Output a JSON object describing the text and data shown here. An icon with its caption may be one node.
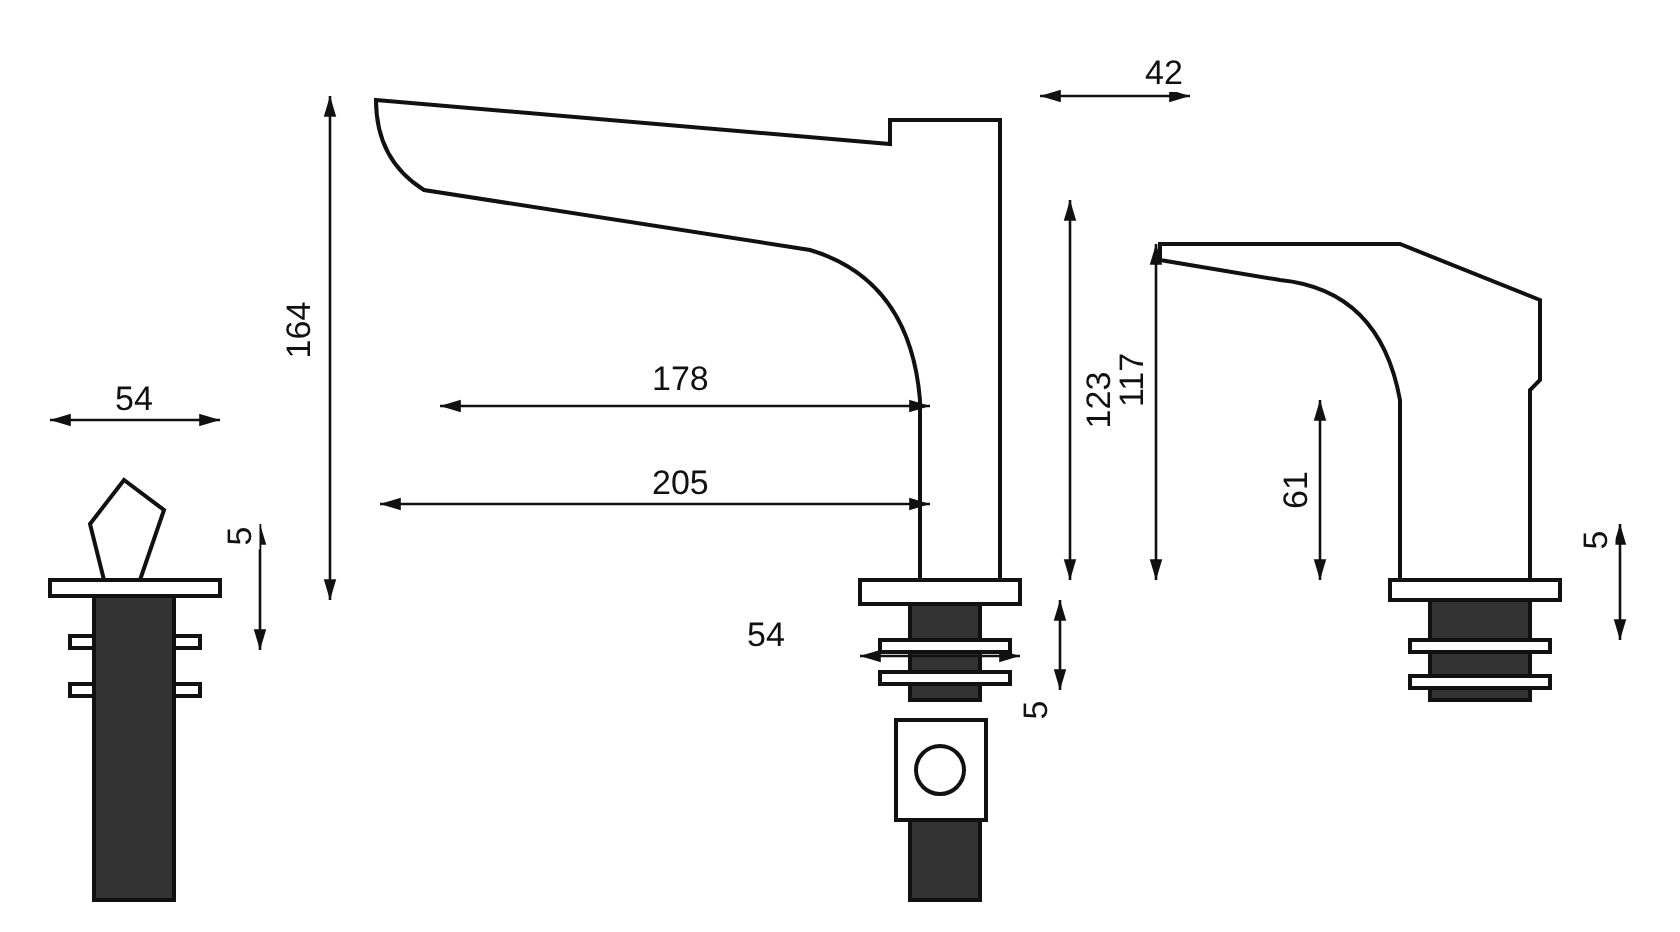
{
  "diagram": {
    "labels": [
      "54",
      "5",
      "42",
      "164",
      "178",
      "123",
      "205",
      "54",
      "5",
      "117",
      "61",
      "5"
    ]
  }
}
